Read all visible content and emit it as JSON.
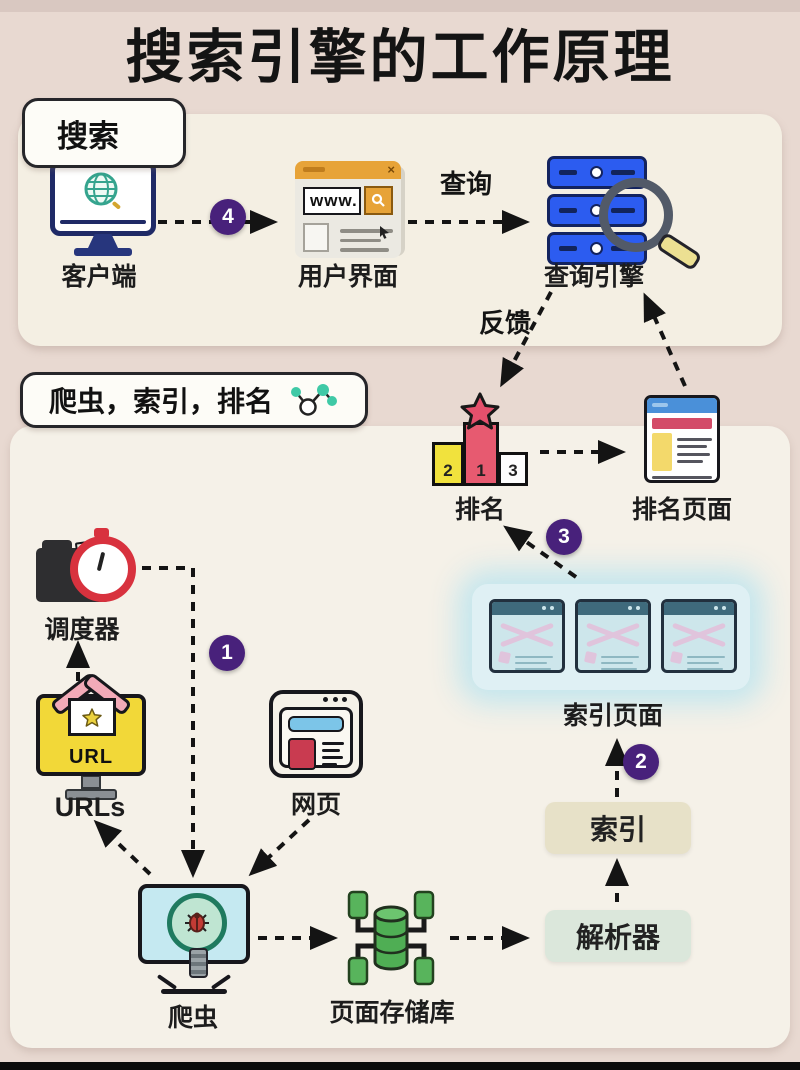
{
  "title": "搜索引擎的工作原理",
  "search": {
    "label": "搜索",
    "client_label": "客户端",
    "ui_label": "用户界面",
    "engine_label": "查询引擎",
    "query_label": "查询",
    "step4": "4",
    "url_text": "www.",
    "close_glyph": "×"
  },
  "feedback_label": "反馈",
  "crawl": {
    "label": "爬虫，索引，排名",
    "ranking_label": "排名",
    "ranking_page_label": "排名页面",
    "index_pages_label": "索引页面",
    "index_label": "索引",
    "parser_label": "解析器",
    "repo_label": "页面存储库",
    "crawler_label": "爬虫",
    "web_label": "网页",
    "urls_label": "URLs",
    "scheduler_label": "调度器",
    "url_badge": "URL",
    "step1": "1",
    "step2": "2",
    "step3": "3",
    "podium": {
      "first": "1",
      "second": "2",
      "third": "3"
    }
  },
  "colors": {
    "background": "#e8d9d1",
    "panel_cream": "#f4efe3",
    "badge_purple": "#48217b",
    "server_blue": "#2c5cf0",
    "titlebar_orange": "#e7a338",
    "podium_red": "#e75a70",
    "podium_yellow": "#f1e23d",
    "ranking_blue": "#4a90d9",
    "index_teal": "#3f6a7c",
    "index_pink": "#e0c4dc",
    "repo_green": "#4fae54",
    "index_btn_beige": "#e7e1c8",
    "parser_btn_mint": "#dbe7db"
  }
}
